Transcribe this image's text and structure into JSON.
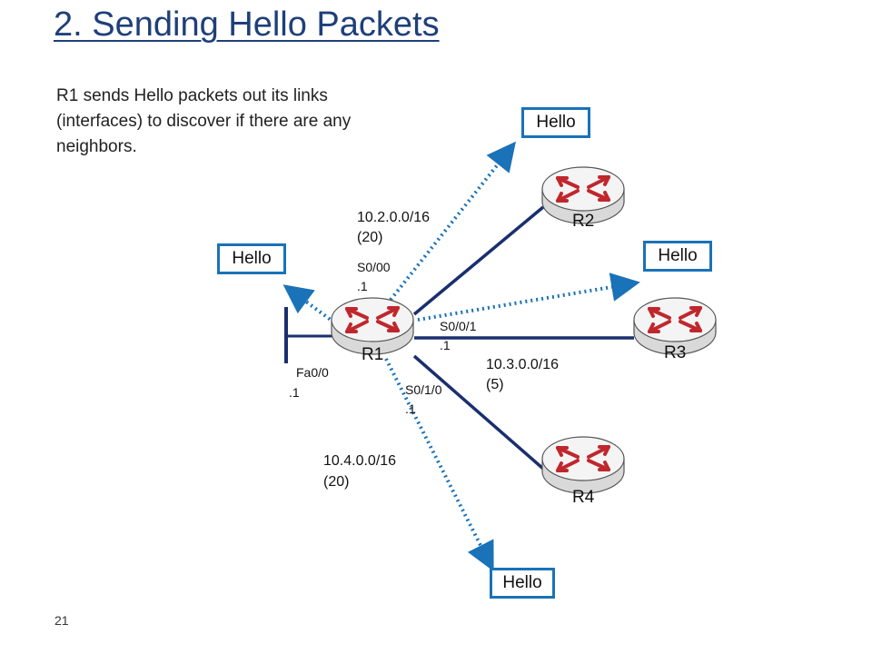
{
  "title": "2. Sending Hello Packets",
  "intro": "R1 sends Hello packets out its links (interfaces) to discover if there are any neighbors.",
  "hello_boxes": {
    "top": "Hello",
    "left": "Hello",
    "right": "Hello",
    "bottom": "Hello"
  },
  "routers": {
    "r1": "R1",
    "r2": "R2",
    "r3": "R3",
    "r4": "R4"
  },
  "networks": {
    "n2_prefix": "10.2.0.0/16",
    "n2_cost": "(20)",
    "n3_prefix": "10.3.0.0/16",
    "n3_cost": "(5)",
    "n4_prefix": "10.4.0.0/16",
    "n4_cost": "(20)"
  },
  "interfaces": {
    "s000_name": "S0/00",
    "s000_addr": ".1",
    "s001_name": "S0/0/1",
    "s001_addr": ".1",
    "s010_name": "S0/1/0",
    "s010_addr": ".1",
    "fa00_name": "Fa0/0",
    "fa00_addr": ".1"
  },
  "page_number": "21",
  "colors": {
    "title": "#1f3f7a",
    "link": "#1a2f6e",
    "hello_arrow": "#1a72b8",
    "router_red": "#c0272d"
  }
}
